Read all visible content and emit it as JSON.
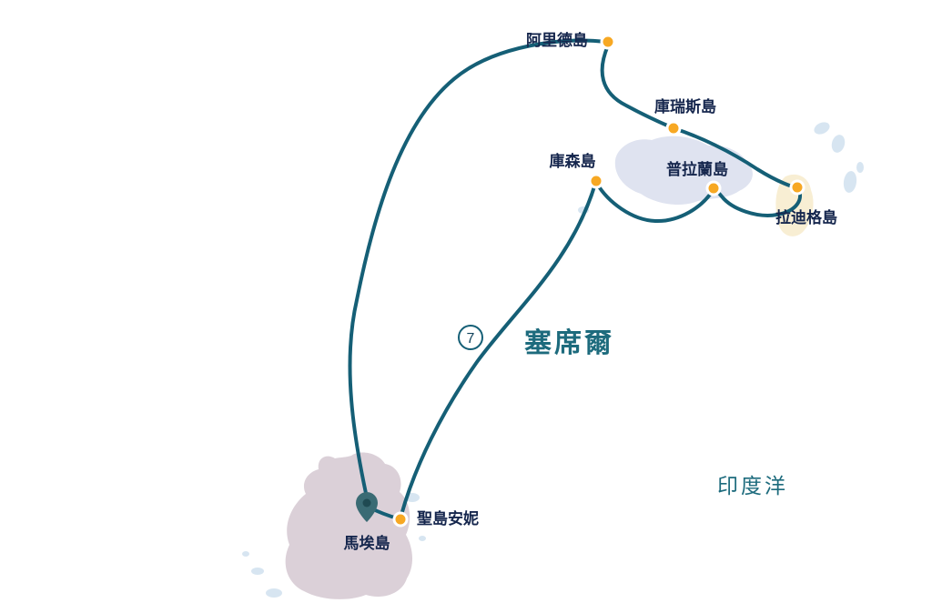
{
  "map": {
    "region_label": "塞席爾",
    "ocean_label": "印度洋",
    "route_number": "7",
    "ports": [
      {
        "name": "阿里德島",
        "marker": "dot"
      },
      {
        "name": "庫瑞斯島",
        "marker": "dot"
      },
      {
        "name": "庫森島",
        "marker": "dot"
      },
      {
        "name": "普拉蘭島",
        "marker": "dot"
      },
      {
        "name": "拉迪格島",
        "marker": "dot"
      },
      {
        "name": "聖島安妮",
        "marker": "dot"
      },
      {
        "name": "馬埃島",
        "marker": "pin"
      }
    ],
    "colors": {
      "route_line": "#155f76",
      "port_marker": "#f7a823",
      "pin_marker": "#3a6b74",
      "label_text": "#15264d",
      "region_text": "#1d6b7d",
      "mahe_island": "#dbd0d8",
      "praslin_island": "#dfe3f0",
      "ladigue_island": "#f8eed3",
      "small_islands": "#d7e5f1"
    }
  }
}
